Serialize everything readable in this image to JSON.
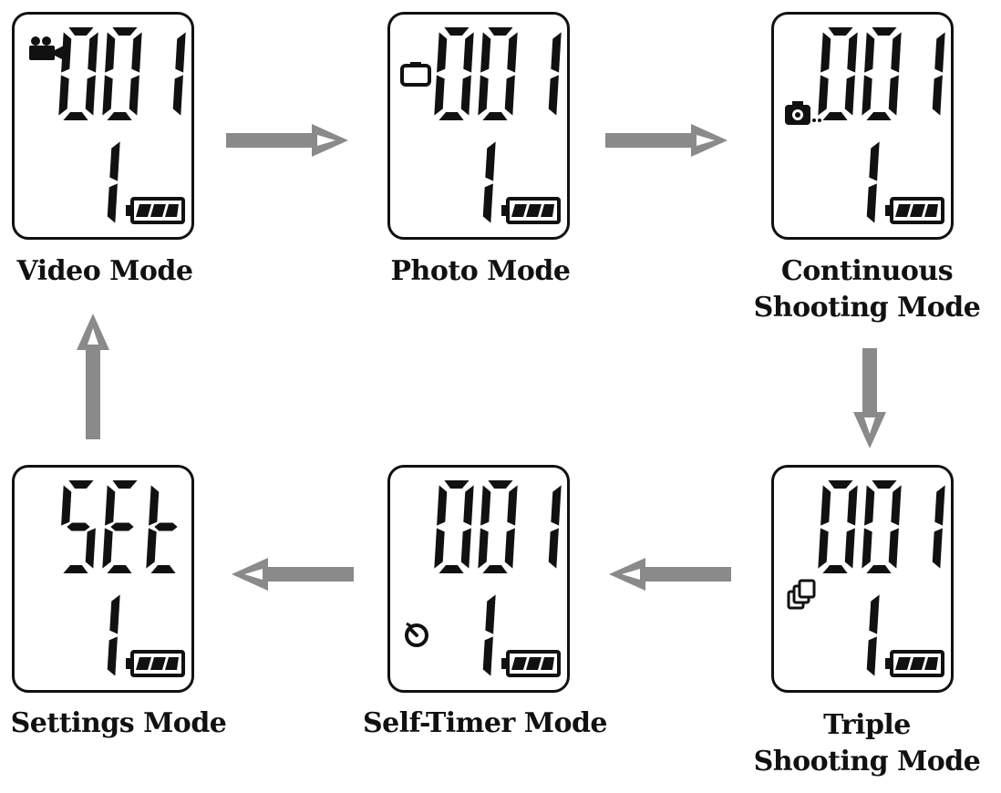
{
  "modes": [
    {
      "id": "video",
      "label": "Video Mode",
      "label_lines": [
        "Video Mode"
      ],
      "top_value": "001",
      "bottom_value": "1",
      "icon": "video-camera-icon",
      "battery": true
    },
    {
      "id": "photo",
      "label": "Photo Mode",
      "label_lines": [
        "Photo Mode"
      ],
      "top_value": "001",
      "bottom_value": "1",
      "icon": "camera-icon",
      "battery": true
    },
    {
      "id": "continuous",
      "label": "Continuous Shooting Mode",
      "label_lines": [
        "Continuous",
        "Shooting Mode"
      ],
      "top_value": "001",
      "bottom_value": "1",
      "icon": "continuous-camera-icon",
      "battery": true
    },
    {
      "id": "triple",
      "label": "Triple Shooting Mode",
      "label_lines": [
        "Triple",
        "Shooting Mode"
      ],
      "top_value": "001",
      "bottom_value": "1",
      "icon": "triple-frames-icon",
      "battery": true
    },
    {
      "id": "self-timer",
      "label": "Self-Timer Mode",
      "label_lines": [
        "Self-Timer Mode"
      ],
      "top_value": "001",
      "bottom_value": "1",
      "icon": "self-timer-icon",
      "battery": true
    },
    {
      "id": "settings",
      "label": "Settings Mode",
      "label_lines": [
        "Settings Mode"
      ],
      "top_value": "SEt",
      "bottom_value": "1",
      "icon": "none",
      "battery": true
    }
  ],
  "cycle": [
    {
      "from": "video",
      "to": "photo"
    },
    {
      "from": "photo",
      "to": "continuous"
    },
    {
      "from": "continuous",
      "to": "triple"
    },
    {
      "from": "triple",
      "to": "self-timer"
    },
    {
      "from": "self-timer",
      "to": "settings"
    },
    {
      "from": "settings",
      "to": "video"
    }
  ],
  "colors": {
    "arrow": "#8a8a8a",
    "ink": "#111111",
    "background": "#ffffff"
  }
}
